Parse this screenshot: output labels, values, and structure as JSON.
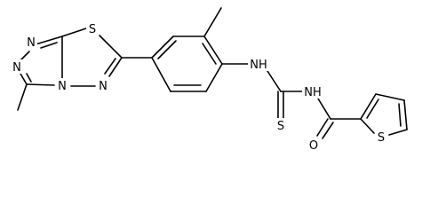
{
  "atoms": {
    "n_triazole_top": "N",
    "n_triazole_left": "N",
    "n_bridge": "N",
    "n_thiadiazole": "N",
    "s_thiadiazole": "S",
    "nh_aryl": "NH",
    "s_thiourea": "S",
    "nh_acyl": "NH",
    "o_carbonyl": "O",
    "s_thiophene": "S"
  }
}
